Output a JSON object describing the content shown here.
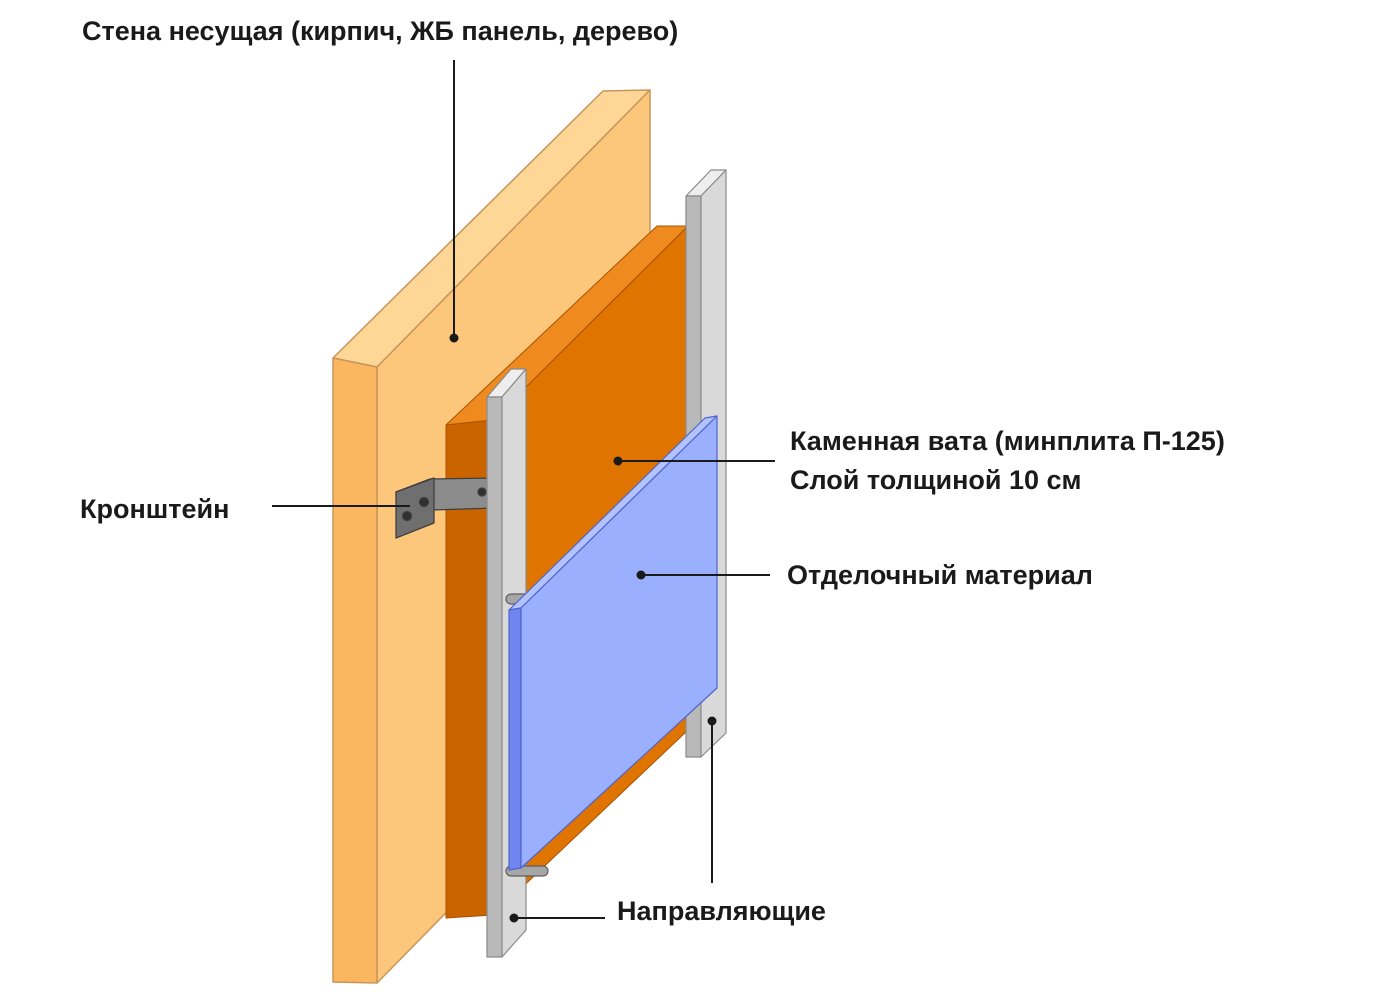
{
  "labels": {
    "wall": "Стена несущая (кирпич, ЖБ панель, дерево)",
    "bracket": "Кронштейн",
    "wool_line1": "Каменная вата (минплита П-125)",
    "wool_line2": "Слой толщиной 10 см",
    "finish": "Отделочный материал",
    "guides": "Направляющие"
  },
  "colors": {
    "wall_front": "#fdc77b",
    "wall_side": "#fbb760",
    "wall_top": "#fed797",
    "insulation_front": "#e07400",
    "insulation_side": "#c96400",
    "insulation_top": "#ee8a1e",
    "guide_front": "#d9d9d9",
    "guide_side": "#b9b9b9",
    "guide_top": "#eeeeee",
    "finish_front": "#9ab0ff",
    "finish_edge": "#6f86ef",
    "bracket": "#7a7a7a",
    "pin": "#a6a6a6",
    "leader_line": "#1a1a1a",
    "text": "#1a1a1a"
  }
}
